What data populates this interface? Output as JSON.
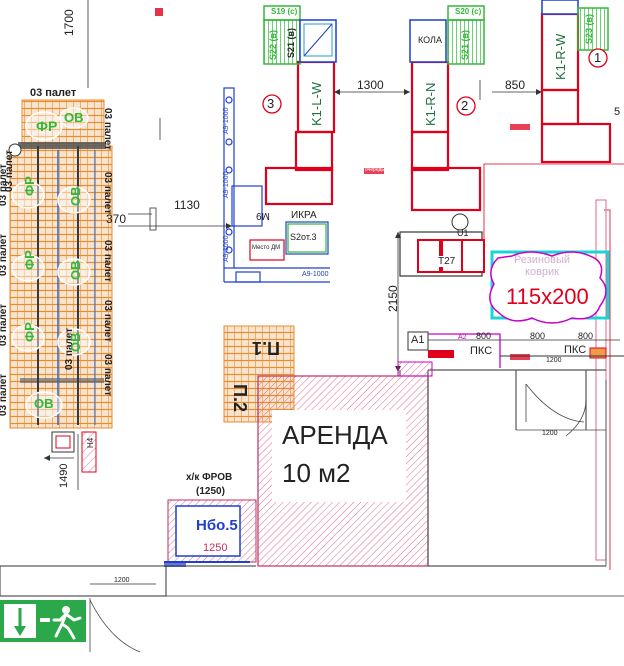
{
  "dimensions": {
    "d1700": "1700",
    "d1300": "1300",
    "d850": "850",
    "d1130": "1130",
    "d370": "370",
    "d2150": "2150",
    "d1490": "1490",
    "d800a": "800",
    "d800b": "800",
    "d800c": "800",
    "d1200a": "1200",
    "d1200b": "1200",
    "d1200c": "1200",
    "d1250": "1250"
  },
  "pallets": {
    "top_label": "03 палет",
    "side_labels": [
      "03 палет",
      "03 палет",
      "03 палет",
      "03 палет",
      "03 палет"
    ],
    "right_labels": [
      "03 палет",
      "03 палет",
      "03 палет",
      "03 палет",
      "03 палет",
      "03 палет"
    ],
    "fr": "ФР",
    "ov": "ОВ"
  },
  "fixtures": {
    "s19": "S19 (c)",
    "s20": "S20 (c)",
    "s22": "S22 (в)",
    "s21": "S21 (в)",
    "s23": "S23 (в)",
    "kola": "КОЛА",
    "k1lw": "K1-L-W",
    "k1rn": "K1-R-N",
    "k1rw": "K1-R-W",
    "n1": "1",
    "n2": "2",
    "n3": "3",
    "n5": "5",
    "ikra": "ИКРА",
    "m9": "M9",
    "s2ot3": "S2от.3",
    "mesto": "Место ДМ",
    "a9_1000": "A9-1000",
    "t27": "T27",
    "u1": "U1",
    "a1": "A1",
    "a2": "A2",
    "pks": "ПКС",
    "p1": "П.1",
    "p2": "П.2",
    "n4": "Н4",
    "xk_frov": "х/к ФРОВ",
    "xk_size": "(1250)",
    "hbo5": "Нбо.5",
    "ochered": "очередь"
  },
  "rent": {
    "title": "АРЕНДА",
    "area": "10 м2"
  },
  "tag": {
    "size": "115x200",
    "faded": "Резиновый\nковрик"
  },
  "colors": {
    "red": "#e0001b",
    "green": "#33b83a",
    "blue": "#1f3fcf",
    "orange": "#e98c2c",
    "magenta": "#c800c8",
    "cyan": "#19d6d6",
    "dark": "#222222"
  }
}
